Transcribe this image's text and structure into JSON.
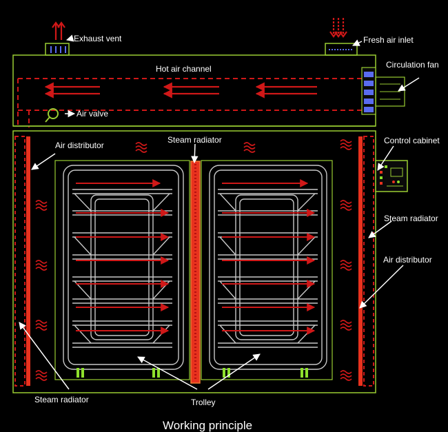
{
  "labels": {
    "exhaust_vent": "Exhaust vent",
    "fresh_air_inlet": "Fresh air inlet",
    "hot_air_channel": "Hot air channel",
    "circulation_fan": "Circulation fan",
    "air_valve": "Air valve",
    "air_distributor_left": "Air distributor",
    "steam_radiator_center": "Steam radiator",
    "control_cabinet": "Control cabinet",
    "steam_radiator_right": "Steam radiator",
    "air_distributor_right": "Air distributor",
    "steam_radiator_bottom_left": "Steam radiator",
    "trolley": "Trolley"
  },
  "caption": "Working principle",
  "colors": {
    "background": "#000000",
    "frame_line": "#9acd32",
    "airflow_arrow": "#d01818",
    "radiator": "#e8321e",
    "trolley_line": "#c8c8c8",
    "label_text": "#ffffff",
    "fan_blade": "#5a6cf0",
    "wheel": "#8ee02c"
  }
}
